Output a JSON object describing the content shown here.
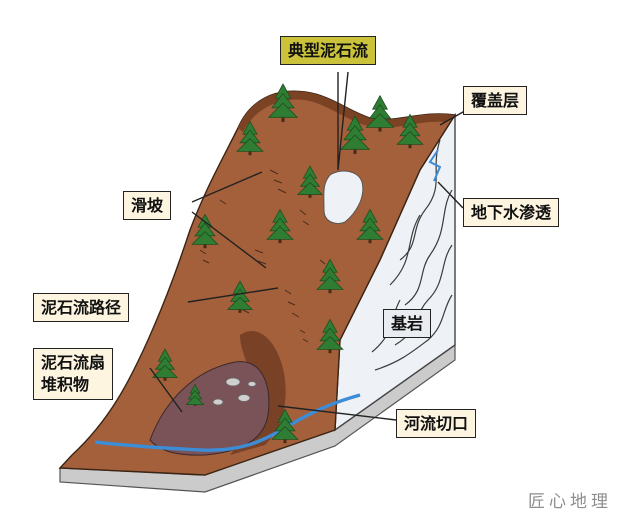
{
  "labels": {
    "typical_debris_flow": "典型泥石流",
    "cover_layer": "覆盖层",
    "landslide": "滑坡",
    "groundwater_seepage": "地下水渗透",
    "debris_flow_path": "泥石流路径",
    "bedrock": "基岩",
    "debris_fan_line1": "泥石流扇",
    "debris_fan_line2": "堆积物",
    "river_cut": "河流切口"
  },
  "watermark": "匠心地理",
  "colors": {
    "soil": "#a4603a",
    "soil_dark": "#7b4224",
    "bedrock": "#eef1f6",
    "fan": "#7a5358",
    "river": "#3d8cd6",
    "tree": "#2f7d33",
    "label_cream": "#fdf5e0",
    "label_olive": "#c9c23a",
    "label_gray": "#e9ecf1"
  }
}
